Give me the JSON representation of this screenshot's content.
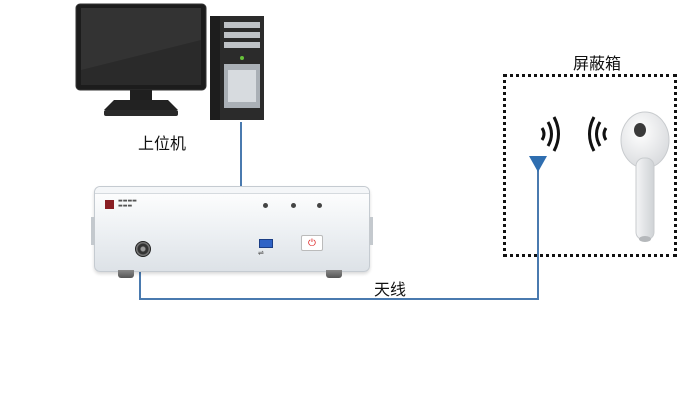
{
  "labels": {
    "pc": "上位机",
    "antenna": "天线",
    "shield_box": "屏蔽箱"
  },
  "colors": {
    "cable": "#4a7aaf",
    "antenna_tip": "#2f6eb0"
  },
  "icons": [
    "computer-icon",
    "instrument-unit",
    "antenna-icon",
    "wireless-signal-icon",
    "earbud-icon"
  ]
}
